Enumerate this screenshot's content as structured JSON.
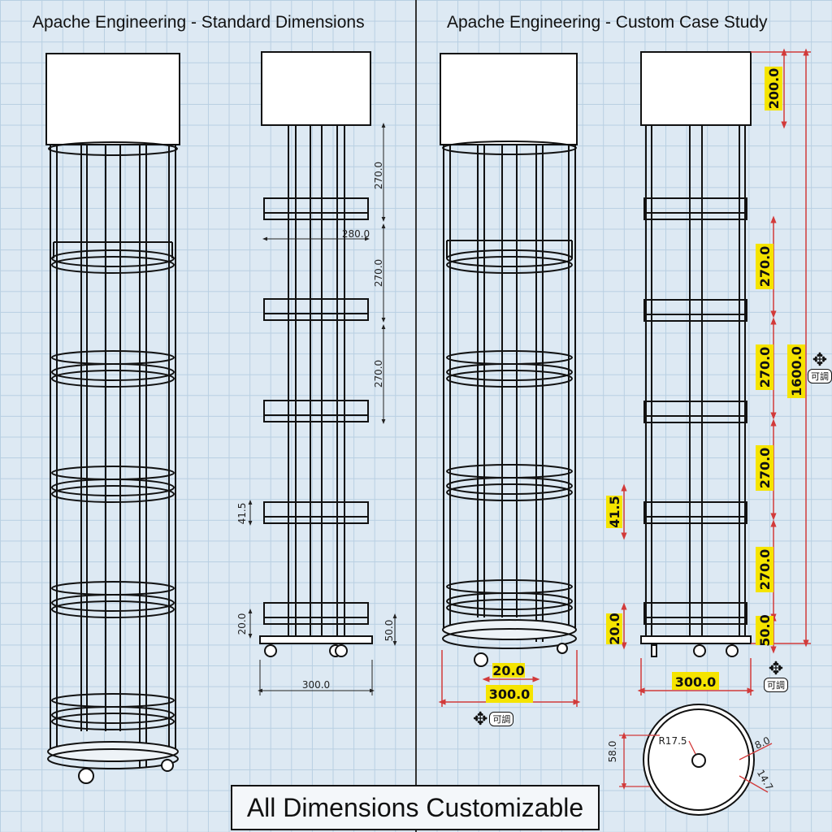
{
  "titles": {
    "left": "Apache Engineering - Standard Dimensions",
    "right": "Apache Engineering - Custom Case Study"
  },
  "standard_dims": {
    "top_spacing": "270.0",
    "shelf_width": "280.0",
    "spacing_2": "270.0",
    "spacing_3": "270.0",
    "shelf_height": "41.5",
    "base_gap": "20.0",
    "base_height": "50.0",
    "base_width": "300.0"
  },
  "custom_dims": {
    "header_height": "200.0",
    "total_height": "1600.0",
    "spacing_1": "270.0",
    "spacing_2": "270.0",
    "spacing_3": "270.0",
    "spacing_4": "270.0",
    "shelf_height": "41.5",
    "base_gap": "20.0",
    "base_height": "50.0",
    "base_width": "300.0",
    "inner_width": "20.0",
    "iso_width": "300.0"
  },
  "circle_dims": {
    "radius": "R17.5",
    "height": "58.0",
    "rim": "8.0",
    "edge": "14.7"
  },
  "icons": {
    "move_tag": "可調"
  },
  "footer": "All Dimensions Customizable",
  "colors": {
    "line": "#111111",
    "dimension_red": "#d23a3a",
    "highlight": "#f5e400",
    "grid": "#b8cfe2"
  }
}
